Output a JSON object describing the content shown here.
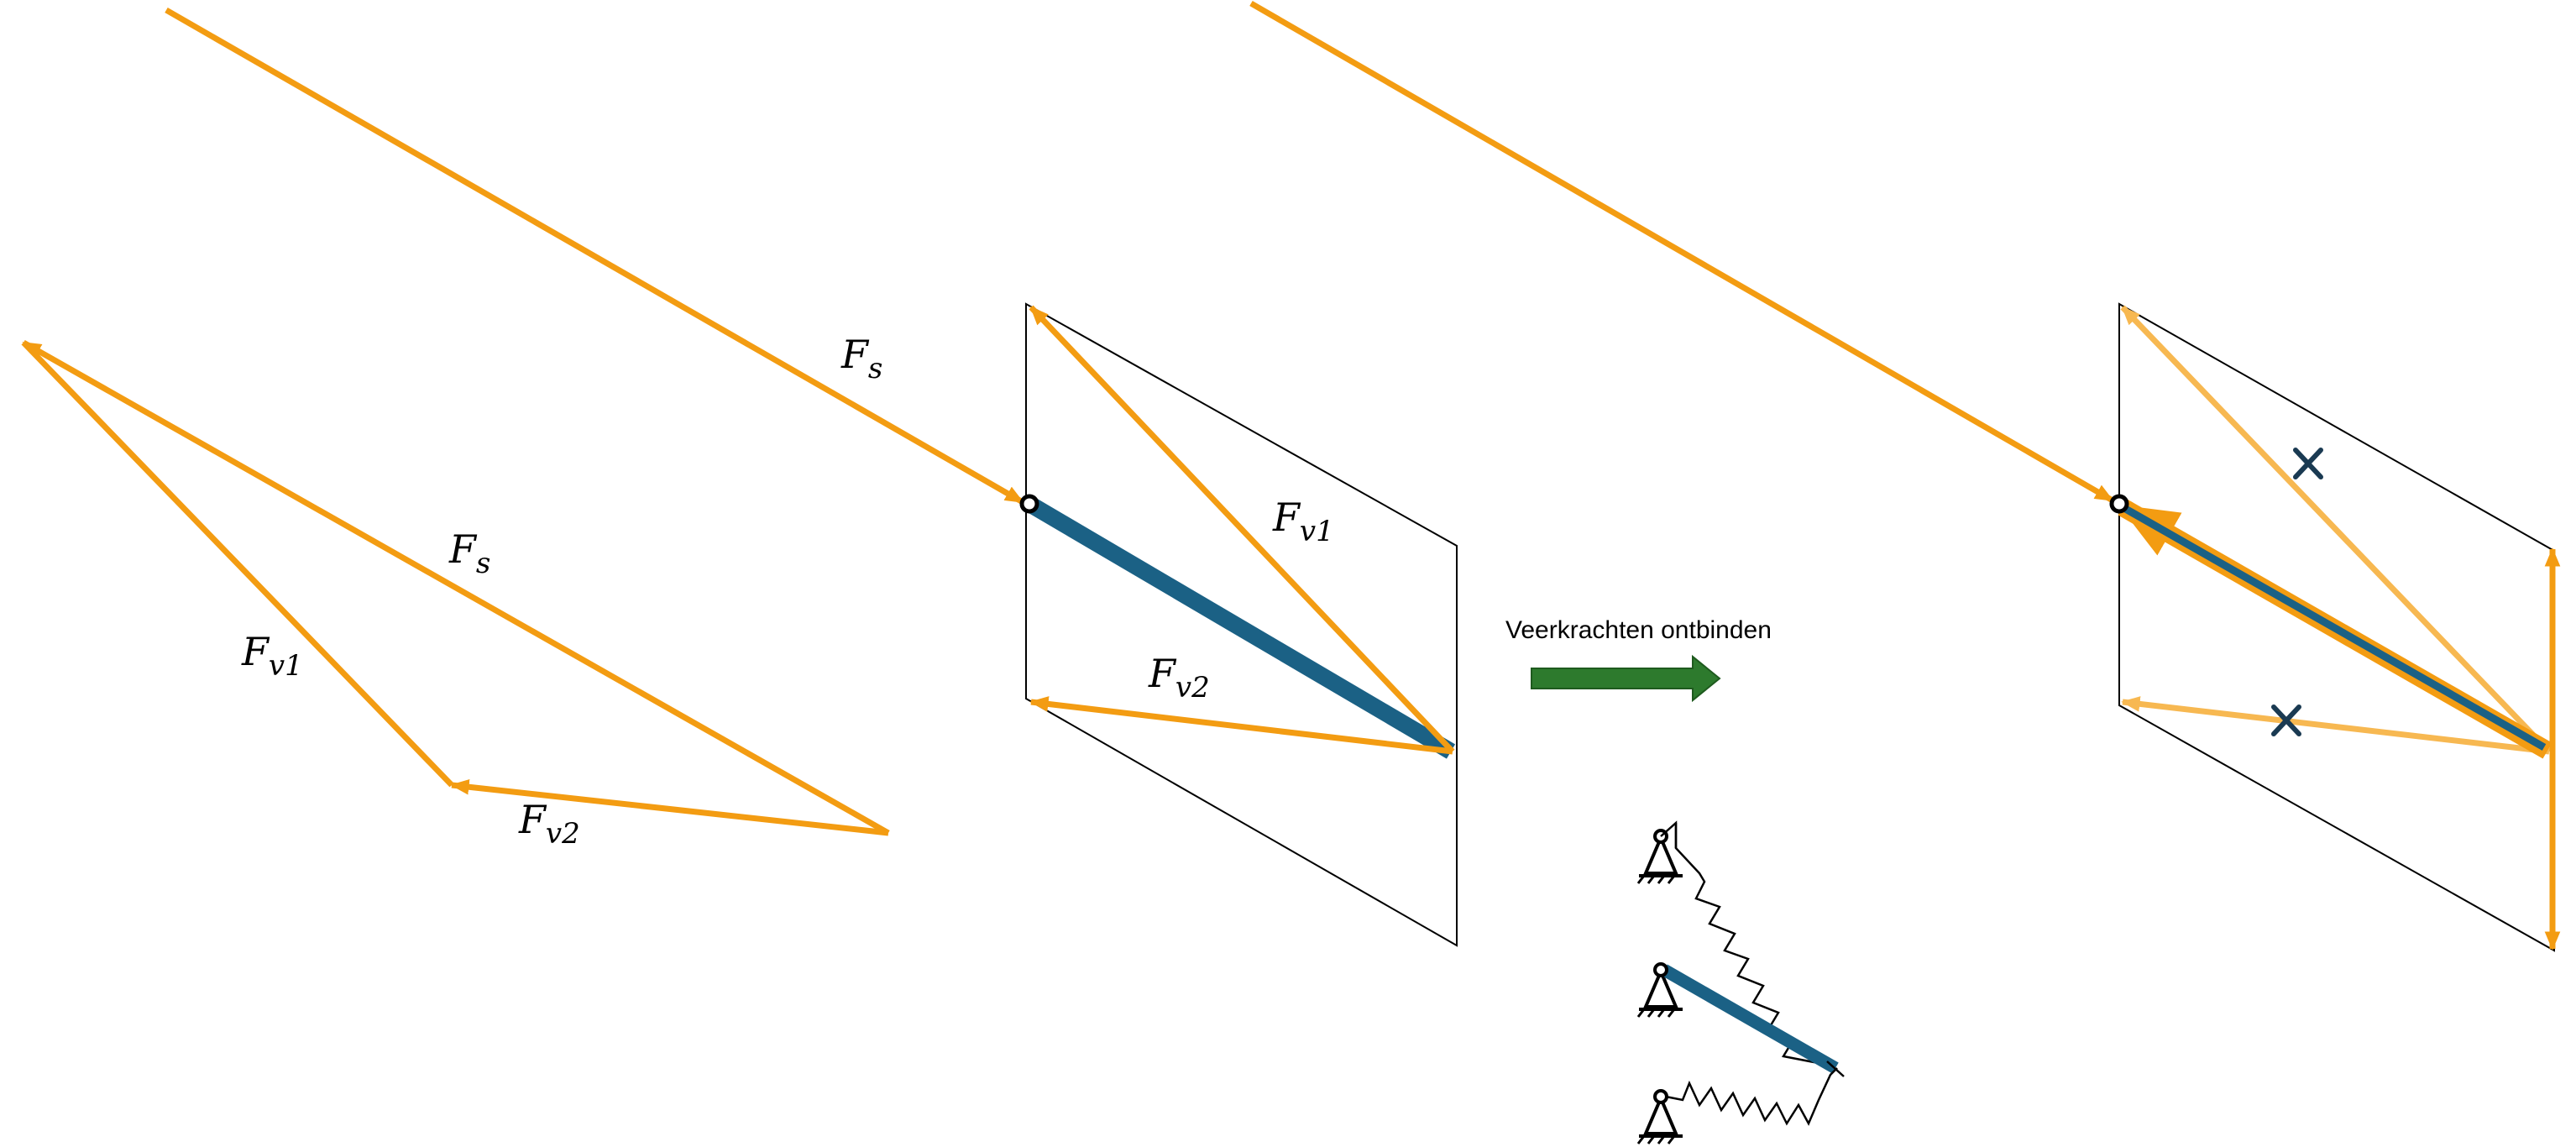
{
  "colors": {
    "force": "#f39c12",
    "force_faded": "#f7b851",
    "bar": "#1b6185",
    "arrow_green": "#2d7a2d",
    "outline": "#000000",
    "cross": "#1a3a52"
  },
  "labels": {
    "fs_triangle": {
      "base": "F",
      "sub": "s"
    },
    "fv1_triangle": {
      "base": "F",
      "sub": "v1"
    },
    "fv2_triangle": {
      "base": "F",
      "sub": "v2"
    },
    "fs_middle": {
      "base": "F",
      "sub": "s"
    },
    "fv1_middle": {
      "base": "F",
      "sub": "v1"
    },
    "fv2_middle": {
      "base": "F",
      "sub": "v2"
    }
  },
  "step_caption": "Veerkrachten ontbinden",
  "icons": [
    "pin-support-icon",
    "spring-icon",
    "cross-icon",
    "hinge-icon"
  ]
}
